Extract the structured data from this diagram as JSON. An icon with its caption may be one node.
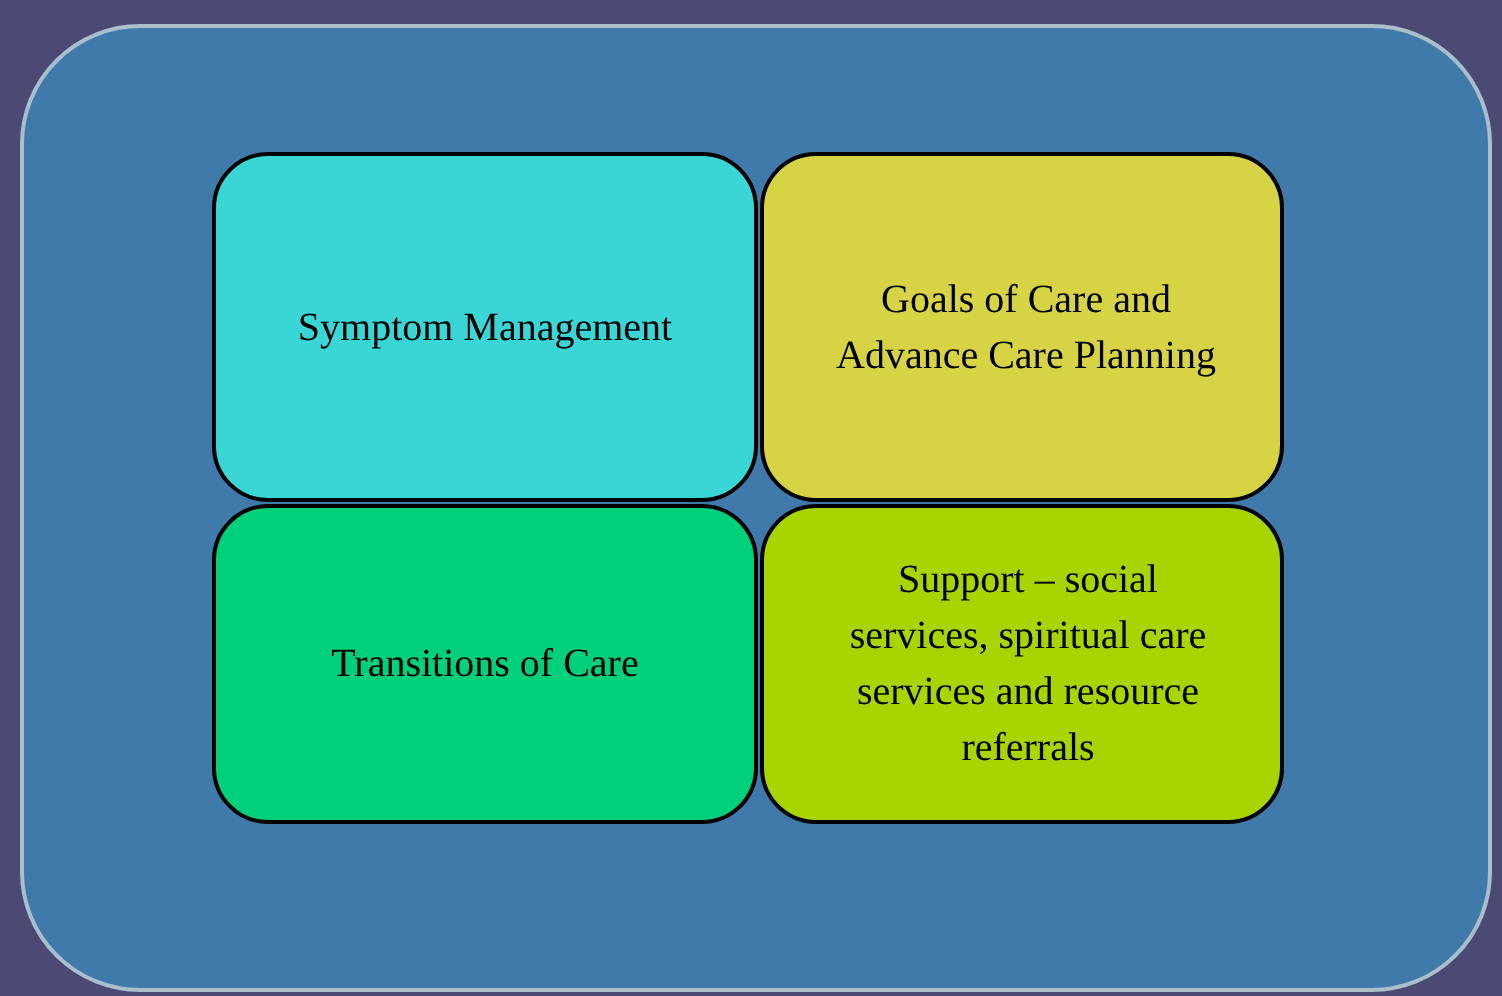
{
  "diagram": {
    "nodes": [
      {
        "text": [
          "Symptom Management"
        ]
      },
      {
        "text": [
          "Goals of Care and Advance Care Planning"
        ]
      },
      {
        "text": [
          "Transitions of Care"
        ]
      },
      {
        "text": [
          "Support – social services, spiritual care services and resource referrals"
        ]
      }
    ]
  }
}
